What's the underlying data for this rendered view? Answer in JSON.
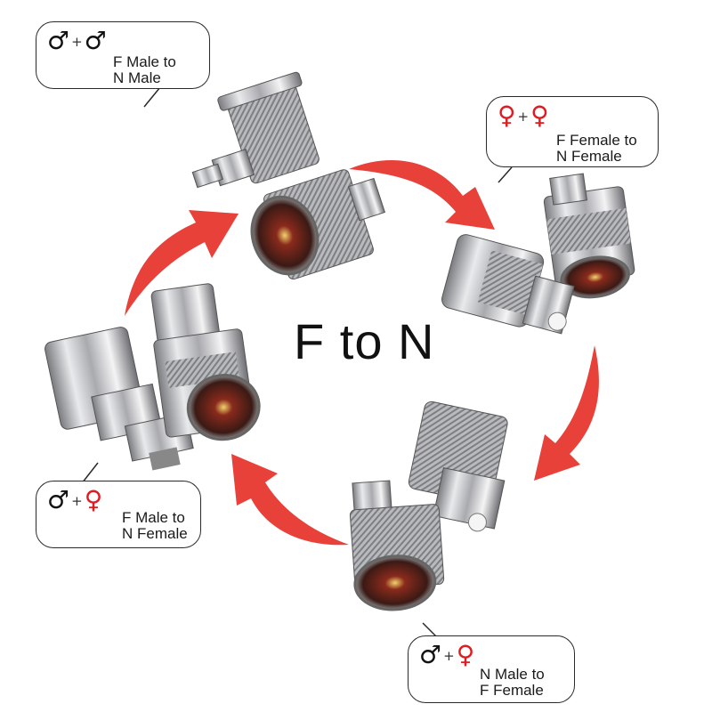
{
  "title": "F to N",
  "colors": {
    "arrow": "#e8413a",
    "female_symbol": "#e11b22",
    "male_symbol": "#111111",
    "metal": "#c9c9cc"
  },
  "labels": {
    "male_male": {
      "symbol_a": "♂",
      "plus": "+",
      "symbol_b": "♂",
      "line1": "F Male to",
      "line2": "N Male"
    },
    "female_female": {
      "symbol_a": "♀",
      "plus": "+",
      "symbol_b": "♀",
      "line1": "F Female to",
      "line2": "N Female"
    },
    "male_female": {
      "symbol_a": "♂",
      "plus": "+",
      "symbol_b": "♀",
      "line1": "F Male to",
      "line2": "N Female"
    },
    "nmale_ffemale": {
      "symbol_a": "♂",
      "plus": "+",
      "symbol_b": "♀",
      "line1": "N Male to",
      "line2": "F Female"
    }
  },
  "icons": [
    "arrow-icon",
    "connector-icon"
  ]
}
